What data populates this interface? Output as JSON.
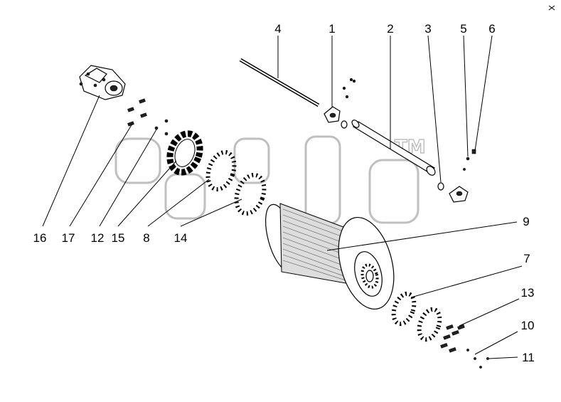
{
  "labels": {
    "l1": "1",
    "l2": "2",
    "l3": "3",
    "l4": "4",
    "l5": "5",
    "l6": "6",
    "l7": "7",
    "l8": "8",
    "l9": "9",
    "l10": "10",
    "l11": "11",
    "l12": "12",
    "l13": "13",
    "l14": "14",
    "l15": "15",
    "l16": "16",
    "l17": "17"
  },
  "watermark": {
    "logo_text": "смарт",
    "tm": "TM"
  },
  "colors": {
    "ink": "#000000",
    "watermark": "#b9b9b9",
    "background": "#ffffff"
  }
}
